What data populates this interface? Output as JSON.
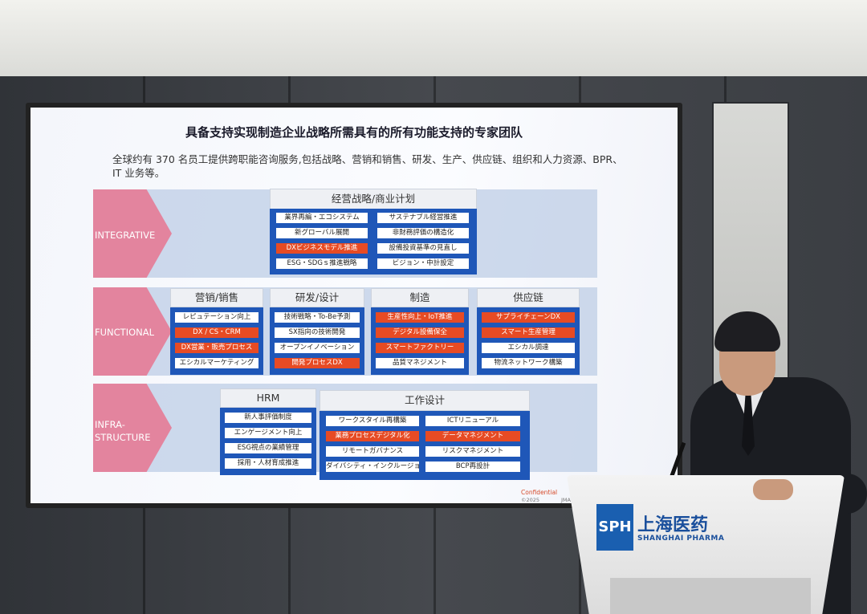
{
  "slide": {
    "title": "具备支持实现制造企业战略所需具有的所有功能支持的专家团队",
    "subtitle": "全球约有 370 名员工提供跨职能咨询服务,包括战略、营销和销售、研发、生产、供应链、组织和人力资源、BPR、IT 业务等。",
    "confidential": "Confidential",
    "copyright": "©2025",
    "brand": "JMA"
  },
  "rows": {
    "integrative": {
      "label": "INTEGRATIVE",
      "group": {
        "title": "经营战略/商业计划",
        "left": [
          {
            "text": "業界再編・エコシステム",
            "hl": false
          },
          {
            "text": "新グローバル展開",
            "hl": false
          },
          {
            "text": "DXビジネスモデル推進",
            "hl": true
          },
          {
            "text": "ESG・SDGｓ推進戦略",
            "hl": false
          }
        ],
        "right": [
          {
            "text": "サステナブル経営推進",
            "hl": false
          },
          {
            "text": "非財務評価の構造化",
            "hl": false
          },
          {
            "text": "設備投資基準の見直し",
            "hl": false
          },
          {
            "text": "ビジョン・中計設定",
            "hl": false
          }
        ]
      }
    },
    "functional": {
      "label": "FUNCTIONAL",
      "groups": [
        {
          "title": "营销/销售",
          "items": [
            {
              "text": "レピュテーション向上",
              "hl": false
            },
            {
              "text": "DX / CS・CRM",
              "hl": true
            },
            {
              "text": "DX営業・販売プロセス",
              "hl": true
            },
            {
              "text": "エシカルマーケティング",
              "hl": false
            }
          ]
        },
        {
          "title": "研发/设计",
          "items": [
            {
              "text": "技術戦略・To-Be予測",
              "hl": false
            },
            {
              "text": "SX指向の技術開発",
              "hl": false
            },
            {
              "text": "オープンイノベーション",
              "hl": false
            },
            {
              "text": "開発プロセスDX",
              "hl": true
            }
          ]
        },
        {
          "title": "制造",
          "items": [
            {
              "text": "生産性向上・IoT推進",
              "hl": true
            },
            {
              "text": "デジタル設備保全",
              "hl": true
            },
            {
              "text": "スマートファクトリー",
              "hl": true
            },
            {
              "text": "品質マネジメント",
              "hl": false
            }
          ]
        },
        {
          "title": "供应链",
          "items": [
            {
              "text": "サプライチェーンDX",
              "hl": true
            },
            {
              "text": "スマート生産管理",
              "hl": true
            },
            {
              "text": "エシカル調達",
              "hl": false
            },
            {
              "text": "物流ネットワーク構築",
              "hl": false
            }
          ]
        }
      ]
    },
    "infrastructure": {
      "label_line1": "INFRA-",
      "label_line2": "STRUCTURE",
      "hrm": {
        "title": "HRM",
        "items": [
          {
            "text": "新人事評価制度",
            "hl": false
          },
          {
            "text": "エンゲージメント向上",
            "hl": false
          },
          {
            "text": "ESG視点の業績管理",
            "hl": false
          },
          {
            "text": "採用・人材育成推進",
            "hl": false
          }
        ]
      },
      "work": {
        "title": "工作设计",
        "left": [
          {
            "text": "ワークスタイル再構築",
            "hl": false
          },
          {
            "text": "業務プロセスデジタル化",
            "hl": true
          },
          {
            "text": "リモートガバナンス",
            "hl": false
          },
          {
            "text": "ダイバシティ・インクルージョン",
            "hl": false
          }
        ],
        "right": [
          {
            "text": "ICTリニューアル",
            "hl": false
          },
          {
            "text": "データマネジメント",
            "hl": true
          },
          {
            "text": "リスクマネジメント",
            "hl": false
          },
          {
            "text": "BCP再設計",
            "hl": false
          }
        ]
      }
    }
  },
  "podium": {
    "logo_mark": "SPH",
    "logo_cn": "上海医药",
    "logo_en": "SHANGHAI PHARMA"
  },
  "colors": {
    "accent_blue": "#1f57b8",
    "highlight_orange": "#e74b24",
    "arrow_pink": "#e3849e"
  }
}
